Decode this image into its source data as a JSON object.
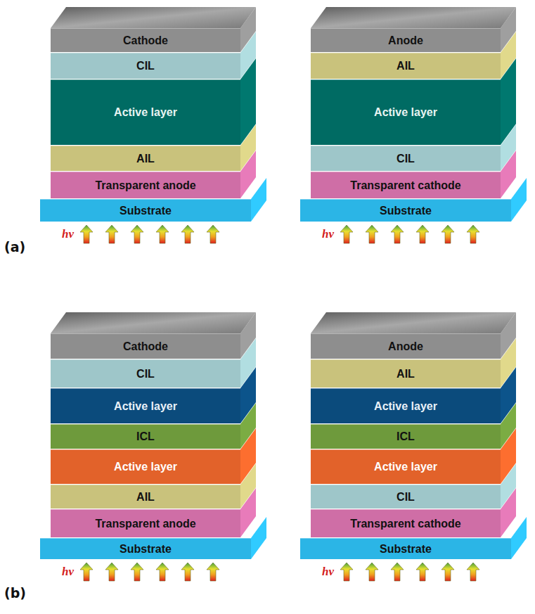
{
  "diagram": {
    "nodes": [
      {
        "text": [
          "Cathode"
        ]
      },
      {
        "text": [
          "CIL"
        ]
      },
      {
        "text": [
          "Active layer"
        ]
      },
      {
        "text": [
          "AIL"
        ]
      },
      {
        "text": [
          "Transparent anode"
        ]
      },
      {
        "text": [
          "Substrate"
        ]
      },
      {
        "text": [
          "Anode"
        ]
      },
      {
        "text": [
          "AIL"
        ]
      },
      {
        "text": [
          "Active layer"
        ]
      },
      {
        "text": [
          "CIL"
        ]
      },
      {
        "text": [
          "Transparent cathode"
        ]
      },
      {
        "text": [
          "Substrate"
        ]
      },
      {
        "text": [
          "Cathode"
        ]
      },
      {
        "text": [
          "CIL"
        ]
      },
      {
        "text": [
          "Active layer"
        ]
      },
      {
        "text": [
          "ICL"
        ]
      },
      {
        "text": [
          "Active layer"
        ]
      },
      {
        "text": [
          "AIL"
        ]
      },
      {
        "text": [
          "Transparent anode"
        ]
      },
      {
        "text": [
          "Substrate"
        ]
      },
      {
        "text": [
          "Anode"
        ]
      },
      {
        "text": [
          "AIL"
        ]
      },
      {
        "text": [
          "Active layer"
        ]
      },
      {
        "text": [
          "ICL"
        ]
      },
      {
        "text": [
          "Active layer"
        ]
      },
      {
        "text": [
          "CIL"
        ]
      },
      {
        "text": [
          "Transparent cathode"
        ]
      },
      {
        "text": [
          "Substrate"
        ]
      }
    ],
    "labels": [
      "hν",
      "hν",
      "(a)",
      "hν",
      "hν",
      "(b)"
    ]
  }
}
